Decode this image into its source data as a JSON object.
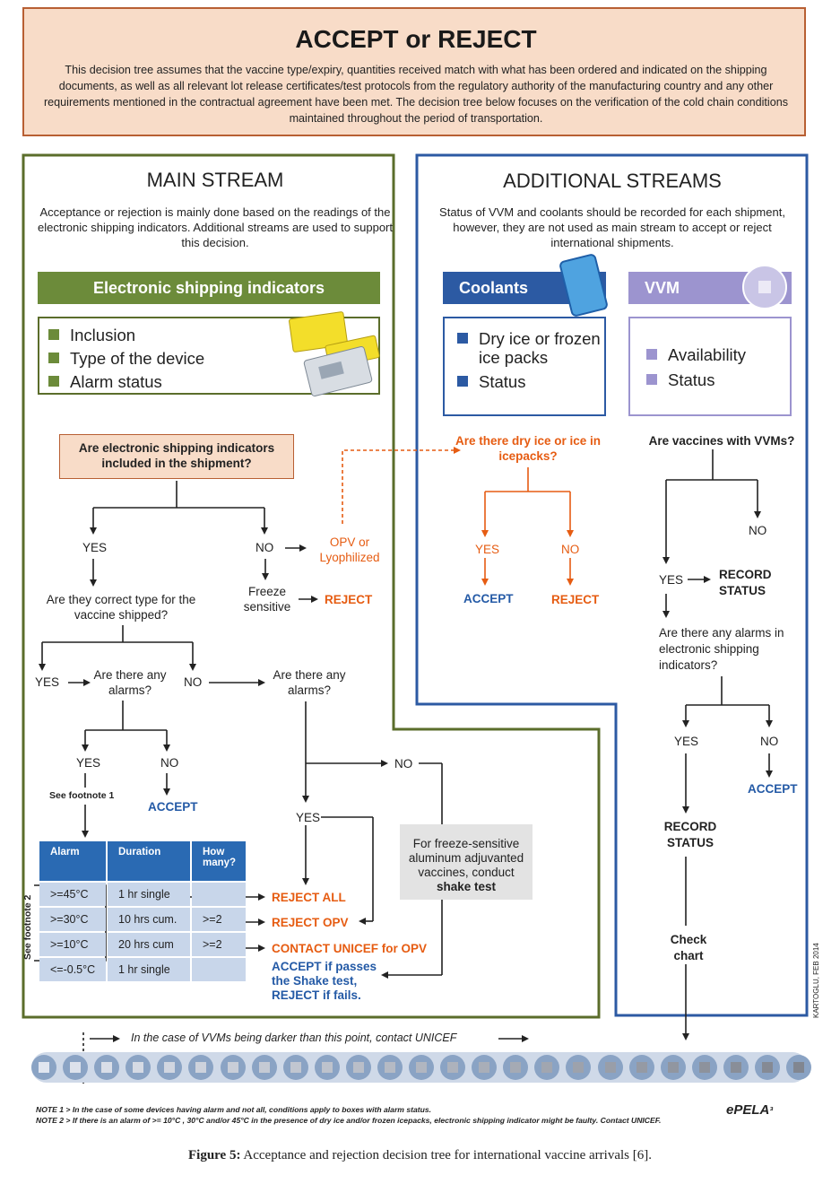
{
  "header": {
    "title": "ACCEPT or REJECT",
    "text": "This decision tree assumes that the vaccine type/expiry, quantities received match with what has been ordered and indicated on the shipping documents, as well as all relevant lot release certificates/test protocols from the regulatory authority of the manufacturing country and any other requirements mentioned in the contractual agreement have been met. The decision tree below focuses on the verification of the cold chain conditions maintained throughout the period of transportation."
  },
  "main": {
    "title": "MAIN STREAM",
    "description": "Acceptance or rejection is mainly done based on the readings of the electronic shipping indicators. Additional streams are used to support this decision.",
    "bar_label": "Electronic shipping indicators",
    "items": [
      "Inclusion",
      "Type of the device",
      "Alarm status"
    ],
    "q1": "Are electronic shipping indicators included in the shipment?",
    "yes1": "YES",
    "no1": "NO",
    "opv": "OPV or Lyophilized",
    "freeze": "Freeze sensitive",
    "reject1": "REJECT",
    "q2": "Are they correct type for the vaccine shipped?",
    "yes2": "YES",
    "no2": "NO",
    "q3": "Are there any alarms?",
    "q4": "Are there any alarms?",
    "yes3": "YES",
    "no3": "NO",
    "footnote1": "See footnote 1",
    "accept1": "ACCEPT",
    "no4": "NO",
    "yes4": "YES",
    "footnote2": "See footnote 2",
    "shake_text": "For freeze-sensitive aluminum adjuvanted vaccines, conduct",
    "shake_bold": "shake test"
  },
  "table": {
    "headers": [
      "Alarm",
      "Duration",
      "How many?"
    ],
    "rows": [
      {
        "alarm": ">=45°C",
        "duration": "1 hr single",
        "count": ""
      },
      {
        "alarm": ">=30°C",
        "duration": "10 hrs cum.",
        "count": ">=2"
      },
      {
        "alarm": ">=10°C",
        "duration": "20 hrs cum",
        "count": ">=2"
      },
      {
        "alarm": "<=-0.5°C",
        "duration": "1 hr single",
        "count": ""
      }
    ],
    "outcomes": [
      "REJECT ALL",
      "REJECT OPV",
      "CONTACT UNICEF for OPV",
      "ACCEPT if passes the Shake  test,",
      "REJECT if fails."
    ]
  },
  "additional": {
    "title": "ADDITIONAL STREAMS",
    "description": "Status of VVM and coolants should be recorded for each shipment, however, they are not used as main stream to accept or reject international shipments.",
    "coolants_label": "Coolants",
    "coolants_items": [
      "Dry ice or frozen ice packs",
      "Status"
    ],
    "vvm_label": "VVM",
    "vvm_items": [
      "Availability",
      "Status"
    ],
    "coolant_q": "Are there dry ice or ice in icepacks?",
    "coolant_yes": "YES",
    "coolant_no": "NO",
    "coolant_accept": "ACCEPT",
    "coolant_reject": "REJECT",
    "vvm_q": "Are vaccines with VVMs?",
    "vvm_no": "NO",
    "vvm_yes": "YES",
    "record1": "RECORD STATUS",
    "alarm_q": "Are there any alarms in electronic shipping indicators?",
    "alarm_yes": "YES",
    "alarm_no": "NO",
    "accept2": "ACCEPT",
    "record2": "RECORD STATUS",
    "check": "Check chart"
  },
  "vvm_strip": {
    "text": "In the case of VVMs being darker than this point, contact UNICEF",
    "dot_count": 25
  },
  "credit": "KARTOGLU, FEB 2014",
  "notes": {
    "note1": "NOTE 1 > In the case of some devices having alarm and not all, conditions apply to boxes with alarm status.",
    "note2": "NOTE 2 > If there is an alarm of >= 10°C , 30°C and/or 45°C in the presence of dry ice and/or frozen icepacks, electronic shipping indicator might be faulty. Contact UNICEF."
  },
  "logo": "ePELA",
  "caption": {
    "label": "Figure 5:",
    "text": " Acceptance and rejection decision tree for international vaccine arrivals [6]."
  },
  "colors": {
    "green": "#5b6d2b",
    "blue": "#2c5aa3",
    "orange": "#e65c12",
    "ink_blue": "#245aa6",
    "vvm_purple": "#9c94cf",
    "header_bg": "#f8dcc8"
  }
}
